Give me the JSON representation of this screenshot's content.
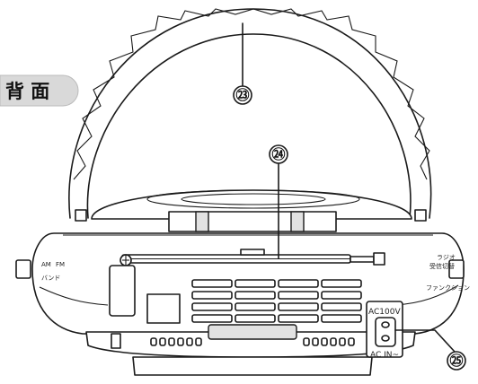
{
  "view_label": "背 面",
  "callouts": [
    {
      "number": "㉓"
    },
    {
      "number": "㉔"
    },
    {
      "number": "㉕"
    }
  ],
  "jack_panel": {
    "top_label": "AC100V",
    "bottom_label": "AC IN~"
  },
  "left_switch": {
    "line1": "AM",
    "line2": "FM",
    "line3": "バンド"
  },
  "right_switch": {
    "line1": "ラジオ",
    "line2": "受信切替",
    "line3": "ファンクション"
  },
  "colors": {
    "line": "#1a1a1a",
    "label_tab": "#d9d9d9",
    "background": "#ffffff"
  }
}
